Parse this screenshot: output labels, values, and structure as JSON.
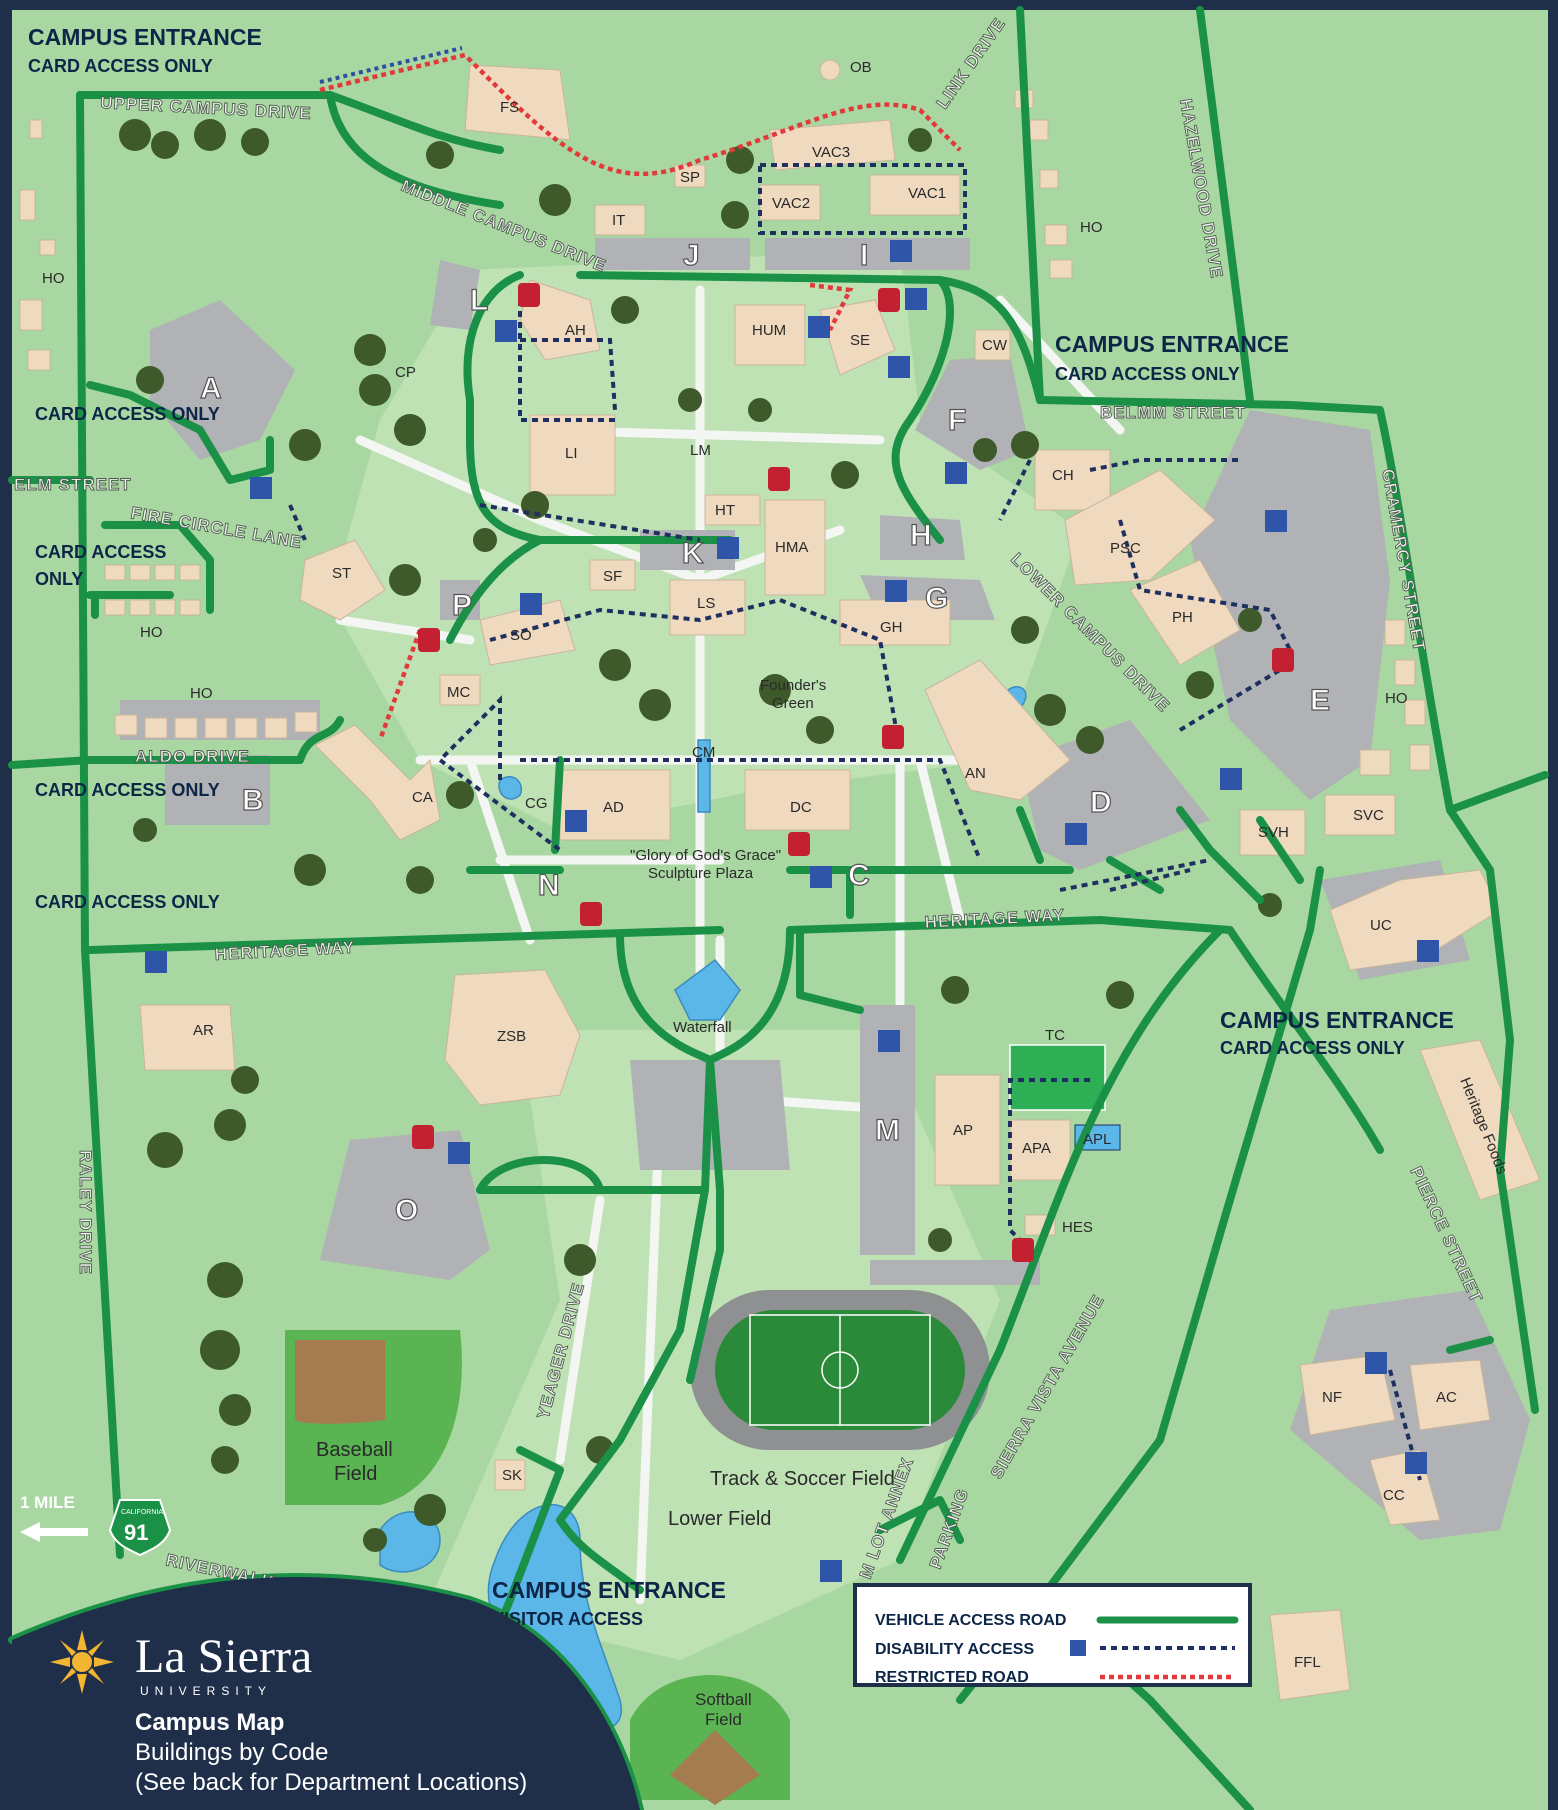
{
  "colors": {
    "grass": "#a9d7a1",
    "lawn": "#bfe2b5",
    "building": "#efd9bf",
    "parking": "#b0b2b5",
    "vehicle_road": "#1a9147",
    "disability_access": "#1f2f5f",
    "restricted_road": "#e23a3a",
    "water": "#5bb7e8",
    "navy": "#1f2f4a",
    "tree": "#3e5a2b"
  },
  "branding": {
    "name": "La Sierra",
    "sub": "UNIVERSITY",
    "title": "Campus Map",
    "subtitle1": "Buildings by Code",
    "subtitle2": "(See back for Department Locations)"
  },
  "legend": {
    "vehicle": "VEHICLE ACCESS ROAD",
    "disability": "DISABILITY ACCESS",
    "restricted": "RESTRICTED ROAD"
  },
  "entrances": {
    "nw_title": "CAMPUS ENTRANCE",
    "nw_sub": "CARD ACCESS ONLY",
    "ne_title": "CAMPUS ENTRANCE",
    "ne_sub": "CARD ACCESS ONLY",
    "se_title": "CAMPUS ENTRANCE",
    "se_sub": "CARD ACCESS ONLY",
    "s_title": "CAMPUS ENTRANCE",
    "s_sub": "VISITOR ACCESS"
  },
  "card_access": {
    "a": "CARD ACCESS ONLY",
    "b1": "CARD ACCESS",
    "b2": "ONLY",
    "c": "CARD ACCESS ONLY",
    "d": "CARD ACCESS ONLY"
  },
  "streets": {
    "upper_campus": "UPPER CAMPUS DRIVE",
    "middle_campus": "MIDDLE CAMPUS DRIVE",
    "link": "LINK DRIVE",
    "hazelwood": "HAZELWOOD DRIVE",
    "belmm": "BELMM STREET",
    "gramercy": "GRAMERCY STREET",
    "elm": "ELM STREET",
    "fire_circle": "FIRE CIRCLE LANE",
    "aldo": "ALDO DRIVE",
    "heritage_w": "HERITAGE WAY",
    "heritage_e": "HERITAGE WAY",
    "lower_campus": "LOWER CAMPUS DRIVE",
    "pierce": "PIERCE STREET",
    "sierra_vista": "SIERRA VISTA AVENUE",
    "raley": "RALEY DRIVE",
    "riverwalk": "RIVERWALK PARKWAY",
    "yeager": "YEAGER DRIVE",
    "m_lot_annex": "M LOT ANNEX",
    "parking": "PARKING"
  },
  "lots": {
    "A": "A",
    "B": "B",
    "D": "D",
    "E": "E",
    "F": "F",
    "G": "G",
    "H": "H",
    "I": "I",
    "J": "J",
    "K": "K",
    "L": "L",
    "M": "M",
    "N": "N",
    "O": "O",
    "P": "P",
    "C": "C"
  },
  "buildings": {
    "FS": "FS",
    "OB": "OB",
    "VAC3": "VAC3",
    "VAC2": "VAC2",
    "VAC1": "VAC1",
    "SP": "SP",
    "IT": "IT",
    "HO1": "HO",
    "HO2": "HO",
    "HO3": "HO",
    "HO4": "HO",
    "HO5": "HO",
    "AH": "AH",
    "HUM": "HUM",
    "SE": "SE",
    "CW": "CW",
    "CP": "CP",
    "LI": "LI",
    "LM": "LM",
    "HT": "HT",
    "HMA": "HMA",
    "SF": "SF",
    "LS": "LS",
    "CH": "CH",
    "PSC": "PSC",
    "PH": "PH",
    "ST": "ST",
    "SO": "SO",
    "MC": "MC",
    "GH": "GH",
    "CA": "CA",
    "CG": "CG",
    "CM": "CM",
    "AD": "AD",
    "DC": "DC",
    "AN": "AN",
    "SVH": "SVH",
    "SVC": "SVC",
    "UC": "UC",
    "AR": "AR",
    "ZSB": "ZSB",
    "TC": "TC",
    "AP": "AP",
    "APA": "APA",
    "APL": "APL",
    "HES": "HES",
    "NF": "NF",
    "AC": "AC",
    "CC": "CC",
    "SK": "SK",
    "FFL": "FFL",
    "heritage_foods": "Heritage Foods"
  },
  "areas": {
    "founders1": "Founder's",
    "founders2": "Green",
    "plaza1": "\"Glory of God's Grace\"",
    "plaza2": "Sculpture Plaza",
    "waterfall": "Waterfall",
    "baseball1": "Baseball",
    "baseball2": "Field",
    "track": "Track & Soccer Field",
    "lower": "Lower Field",
    "softball1": "Softball",
    "softball2": "Field"
  },
  "direction": {
    "mile": "1 MILE",
    "hwy_state": "CALIFORNIA",
    "hwy_num": "91"
  }
}
